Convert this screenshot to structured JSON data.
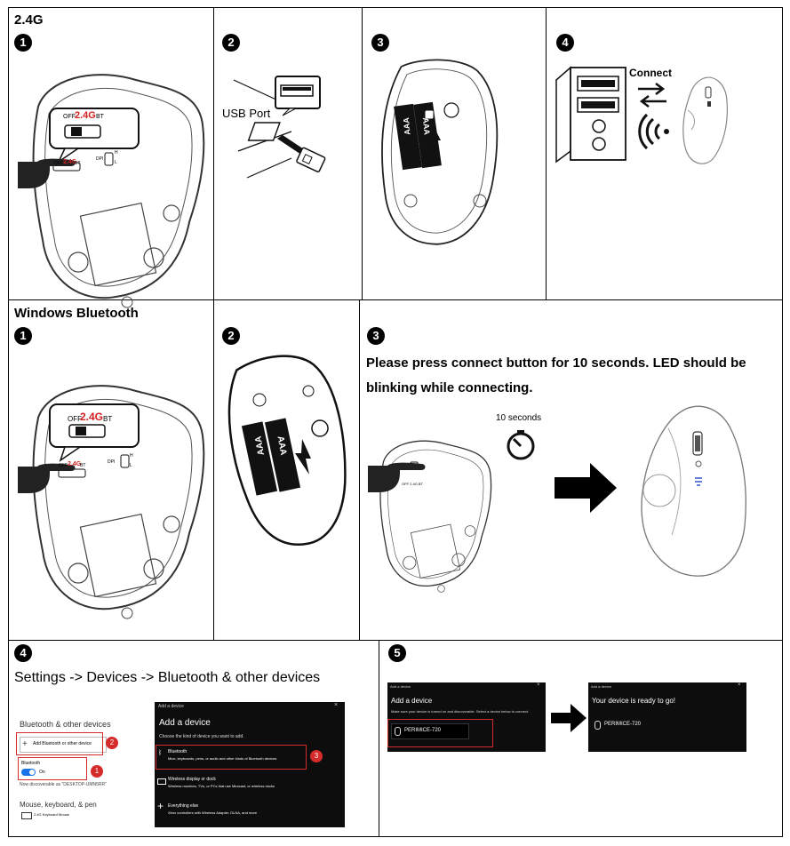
{
  "header_fragment": "",
  "sections": {
    "g24": {
      "title": "2.4G",
      "usb_port_label": "USB Port",
      "connect_label": "Connect"
    },
    "bt": {
      "title": "Windows Bluetooth",
      "instruction": "Please press connect button for 10 seconds. LED should be blinking while connecting.",
      "seconds_label": "10 seconds"
    },
    "switch": {
      "off": "OFF",
      "g24": "2.4G",
      "bt": "BT",
      "dpi": "DPI",
      "h": "H",
      "l": "L"
    },
    "battery_label": "AAA",
    "step4": {
      "path": "Settings -> Devices -> Bluetooth & other devices",
      "settings_title": "Bluetooth & other devices",
      "add_button": "Add Bluetooth or other device",
      "bluetooth_label": "Bluetooth",
      "on_label": "On",
      "discoverable": "Now discoverable as \"DESKTOP-UMN5RR\"",
      "mkp_title": "Mouse, keyboard, & pen",
      "mkp_item": "2.4G Keyboard Mouse",
      "dialog_bar": "Add a device",
      "dialog_title": "Add a device",
      "dialog_sub": "Choose the kind of device you want to add.",
      "opt1_title": "Bluetooth",
      "opt1_desc": "Mice, keyboards, pens, or audio and other kinds of Bluetooth devices",
      "opt2_title": "Wireless display or dock",
      "opt2_desc": "Wireless monitors, TVs, or PCs that use Miracast, or wireless docks",
      "opt3_title": "Everything else",
      "opt3_desc": "Xbox controllers with Wireless Adapter, DLNA, and more",
      "badges": [
        "1",
        "2",
        "3"
      ]
    },
    "step5": {
      "bar": "Add a device",
      "title": "Add a device",
      "sub": "Make sure your device is turned on and discoverable. Select a device below to connect.",
      "device": "PERIMICE-720",
      "ready_bar": "Add a device",
      "ready_title": "Your device is ready to go!",
      "ready_device": "PERIMICE-720"
    },
    "step_numbers": [
      "1",
      "2",
      "3",
      "4",
      "5"
    ]
  }
}
